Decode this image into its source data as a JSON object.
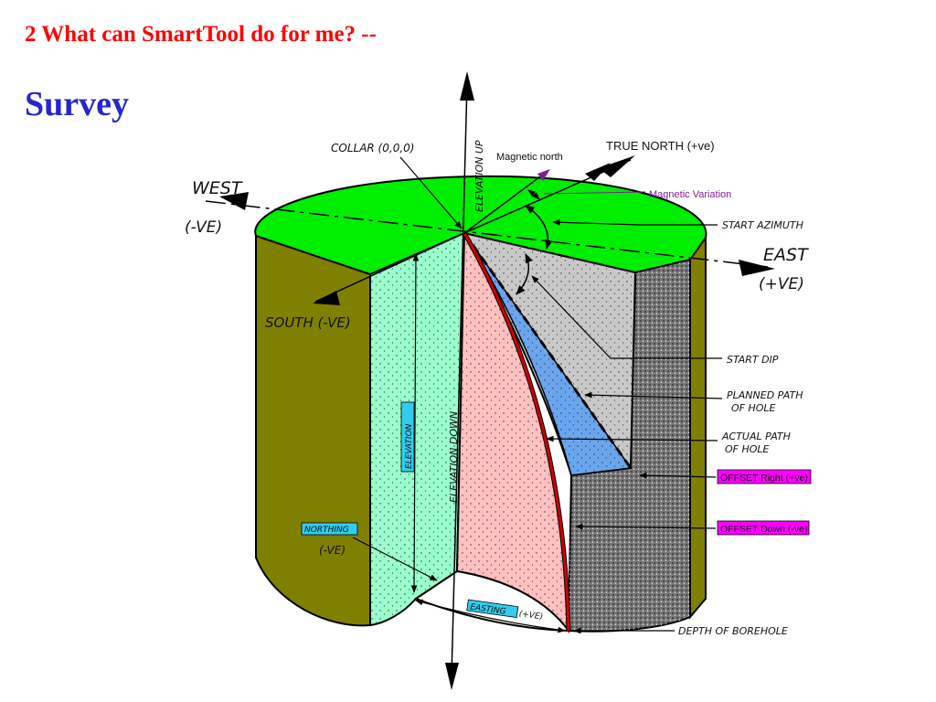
{
  "heading": "2  What can SmartTool do for me? --",
  "subheading": "Survey",
  "labels": {
    "collar": "COLLAR (0,0,0)",
    "elevation_up": "ELEVATION UP",
    "magnetic_north": "Magnetic north",
    "true_north": "TRUE  NORTH  (+ve)",
    "magnetic_variation": "Magnetic Variation",
    "start_azimuth": "START AZIMUTH",
    "west": "WEST",
    "west_sign": "(-VE)",
    "east": "EAST",
    "east_sign": "(+VE)",
    "south": "SOUTH (-VE)",
    "start_dip": "START DIP",
    "planned_path_1": "PLANNED PATH",
    "planned_path_2": "OF HOLE",
    "actual_path_1": "ACTUAL PATH",
    "actual_path_2": "OF HOLE",
    "offset_right": "OFFSET Right (+ve)",
    "offset_down": "OFFSET Down (-ve)",
    "elevation": "ELEVATION",
    "elevation_down": "ELEVATION DOWN",
    "northing": "NORTHING",
    "northing_sign": "(-VE)",
    "easting": "EASTING",
    "easting_sign": "(+VE)",
    "depth": "DEPTH OF BOREHOLE"
  },
  "colors": {
    "heading": "#ff0000",
    "subheading": "#2626cc",
    "top_face": "#00ee00",
    "outer_wall": "#808000",
    "mint_face": "#99ffcc",
    "pink_face": "#ffc0c0",
    "grey_face": "#c0c0c0",
    "dark_face": "#777777",
    "blue_wedge": "#6aa6ee",
    "actual_path": "#cc0000",
    "magenta_label": "#ff00ff",
    "cyan_label": "#33ccee",
    "magnetic_variation": "#7a1f9a"
  }
}
